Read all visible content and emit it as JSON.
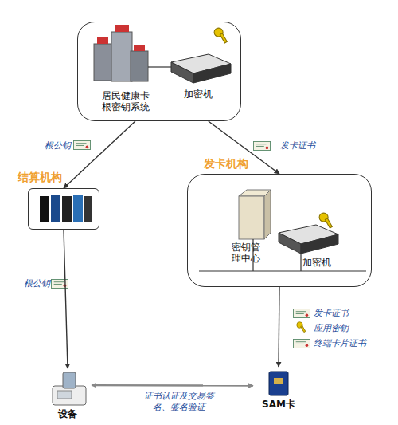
{
  "diagram": {
    "nodes": [
      {
        "text": [
          "居民健康卡 根密钥系统",
          "加密机"
        ]
      },
      {
        "text": [
          "结算机构"
        ]
      },
      {
        "text": [
          "发卡机构",
          "密钥管 理中心",
          "加密机"
        ]
      },
      {
        "text": [
          "设备"
        ]
      },
      {
        "text": [
          "SAM卡"
        ]
      }
    ],
    "edges": [
      {
        "from": 0,
        "to": 1,
        "label": "根公钥",
        "arrow": "to"
      },
      {
        "from": 0,
        "to": 2,
        "label": "发卡证书",
        "arrow": "to"
      },
      {
        "from": 1,
        "to": 3,
        "label": "根公钥",
        "arrow": "to"
      },
      {
        "from": 2,
        "to": 4,
        "arrow": "to"
      },
      {
        "from": 3,
        "to": 4,
        "label": "证书认证及交易签 名、签名验证",
        "arrow": "both"
      }
    ],
    "labels": [
      "发卡证书",
      "应用密钥",
      "终端卡片证书"
    ]
  }
}
